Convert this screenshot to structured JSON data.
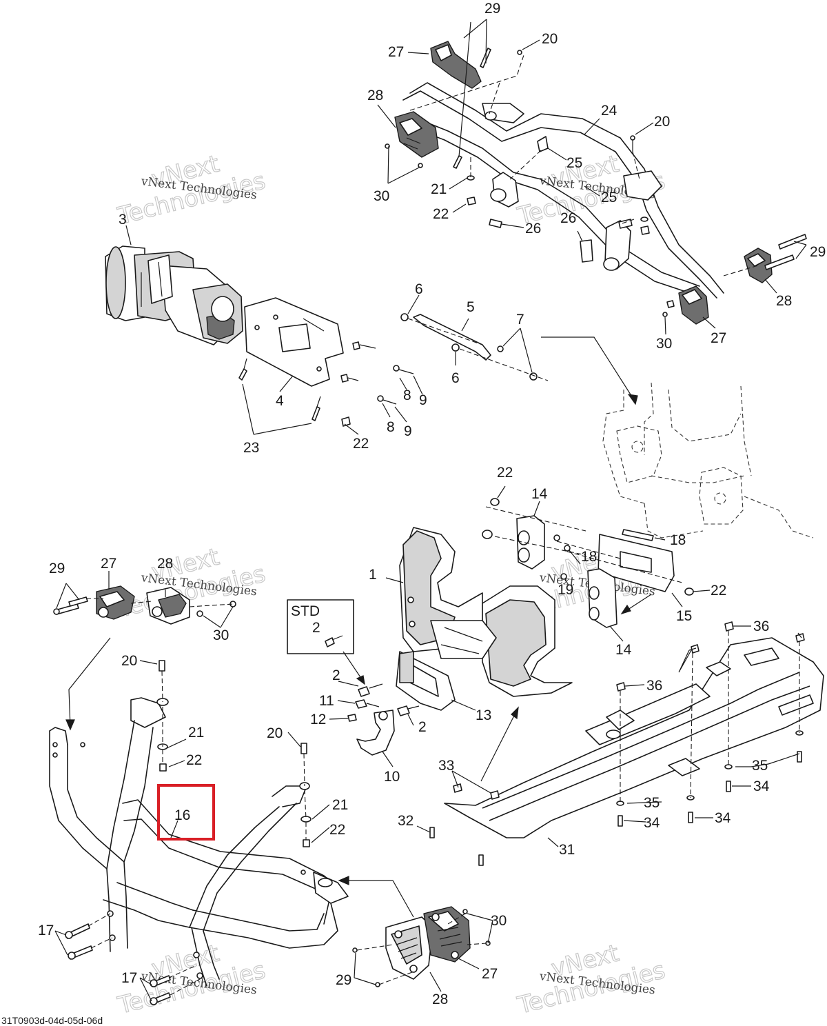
{
  "callouts": {
    "c29a": "29",
    "c27a": "27",
    "c20a": "20",
    "c28a": "28",
    "c24": "24",
    "c20b": "20",
    "c25a": "25",
    "c21a": "21",
    "c22a": "22",
    "c30a": "30",
    "c25b": "25",
    "c26a": "26",
    "c26b": "26",
    "c29b": "29",
    "c28b": "28",
    "c27b": "27",
    "c30b": "30",
    "c3": "3",
    "c6a": "6",
    "c5": "5",
    "c7": "7",
    "c6b": "6",
    "c4": "4",
    "c8a": "8",
    "c9a": "9",
    "c8b": "8",
    "c9b": "9",
    "c23": "23",
    "c22b": "22",
    "c22c": "22",
    "c14a": "14",
    "c18a": "18",
    "c18b": "18",
    "c19": "19",
    "c22d": "22",
    "c15": "15",
    "c14b": "14",
    "c1": "1",
    "c29c": "29",
    "c27c": "27",
    "c28c": "28",
    "c30c": "30",
    "c2a": "2",
    "c2b": "2",
    "c11": "11",
    "c12": "12",
    "c13": "13",
    "c2c": "2",
    "c10": "10",
    "c36a": "36",
    "c36b": "36",
    "c35a": "35",
    "c34a": "34",
    "c35b": "35",
    "c34b": "34",
    "c34c": "34",
    "c33": "33",
    "c32": "32",
    "c31": "31",
    "c20c": "20",
    "c21b": "21",
    "c22e": "22",
    "c16": "16",
    "c20d": "20",
    "c21c": "21",
    "c22f": "22",
    "c17a": "17",
    "c17b": "17",
    "c29d": "29",
    "c30d": "30",
    "c27d": "27",
    "c28d": "28"
  },
  "std_box": {
    "title": "STD",
    "part": "2"
  },
  "highlight": {
    "part": "16",
    "color": "#d91f26"
  },
  "watermark": {
    "line1": "vNext",
    "line2": "Technologies"
  },
  "reference_code": "31T0903d-04d-05d-06d"
}
